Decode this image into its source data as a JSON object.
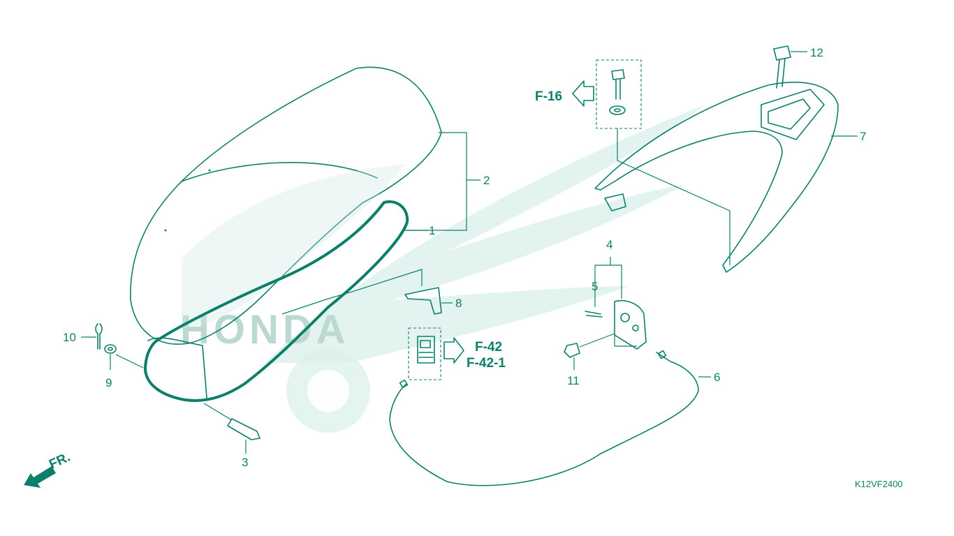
{
  "diagram": {
    "drawing_code": "K12VF2400",
    "watermark_text": "HONDA",
    "front_marker": "FR.",
    "callouts": [
      {
        "id": "callout-1",
        "label": "1"
      },
      {
        "id": "callout-2",
        "label": "2"
      },
      {
        "id": "callout-3",
        "label": "3"
      },
      {
        "id": "callout-4",
        "label": "4"
      },
      {
        "id": "callout-5",
        "label": "5"
      },
      {
        "id": "callout-6",
        "label": "6"
      },
      {
        "id": "callout-7",
        "label": "7"
      },
      {
        "id": "callout-8",
        "label": "8"
      },
      {
        "id": "callout-9",
        "label": "9"
      },
      {
        "id": "callout-10",
        "label": "10"
      },
      {
        "id": "callout-11",
        "label": "11"
      },
      {
        "id": "callout-12",
        "label": "12"
      }
    ],
    "references": {
      "f16": "F-16",
      "f42": "F-42",
      "f42_1": "F-42-1"
    },
    "colors": {
      "line": "#0c7f6a",
      "watermark": "#d9efe9"
    }
  }
}
